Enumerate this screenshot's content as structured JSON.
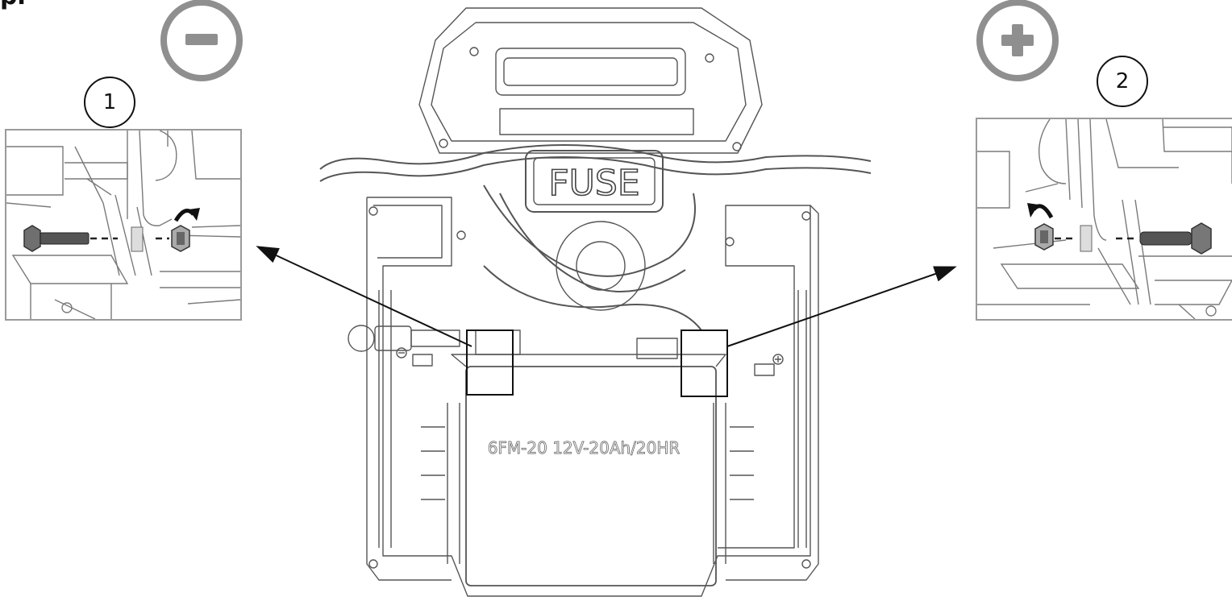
{
  "heading": "pl",
  "steps": {
    "step1": "1",
    "step2": "2"
  },
  "fuse_label": "FUSE",
  "battery_label": "6FM-20 12V-20Ah/20HR",
  "sign_minus_icon": "minus-sign-icon",
  "sign_plus_icon": "plus-sign-icon",
  "colors": {
    "sign_gray": "#8f8f8f",
    "line": "#6a6a6a",
    "dark": "#222222"
  }
}
